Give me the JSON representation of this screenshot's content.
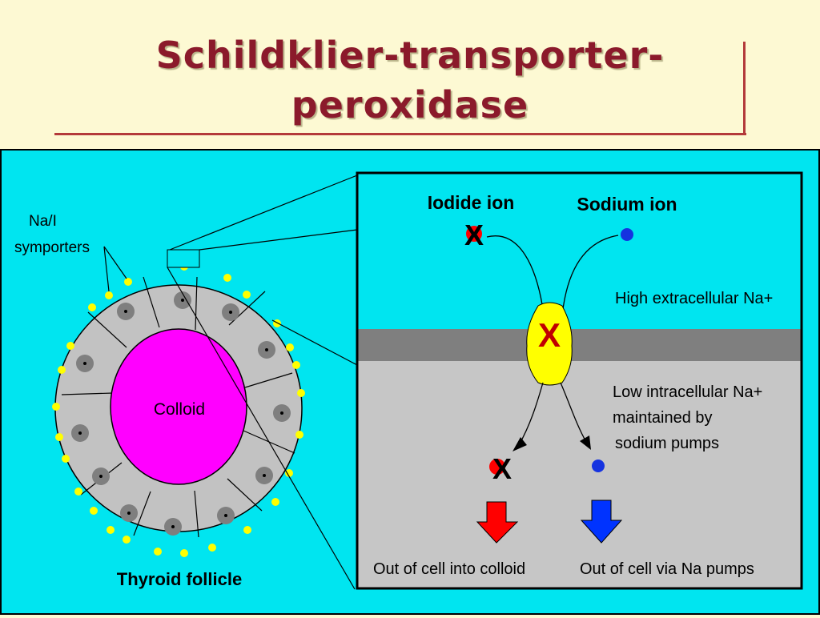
{
  "slide": {
    "title_line1": "Schildklier-transporter-",
    "title_line2": "peroxidase"
  },
  "diagram": {
    "symporters_label_line1": "Na/I",
    "symporters_label_line2": "symporters",
    "colloid_label": "Colloid",
    "follicle_label": "Thyroid follicle",
    "iodide_label": "Iodide ion",
    "sodium_label": "Sodium ion",
    "high_na_label": "High extracellular Na+",
    "low_na_line1": "Low intracellular Na+",
    "low_na_line2": "maintained by",
    "low_na_line3": "sodium pumps",
    "out_colloid_label": "Out of cell into colloid",
    "out_pumps_label": "Out of cell via Na pumps",
    "x_mark": "X"
  },
  "colors": {
    "background": "#fdf9d3",
    "title": "#8b1a2b",
    "cyan": "#00e5f0",
    "magenta": "#ff00ff",
    "membrane": "#7f7f7f",
    "cytoplasm": "#c6c6c6",
    "symporter": "#ffff00",
    "sodium": "#1533e0",
    "red_arrow": "#ff0000",
    "blue_arrow": "#0033ff"
  }
}
